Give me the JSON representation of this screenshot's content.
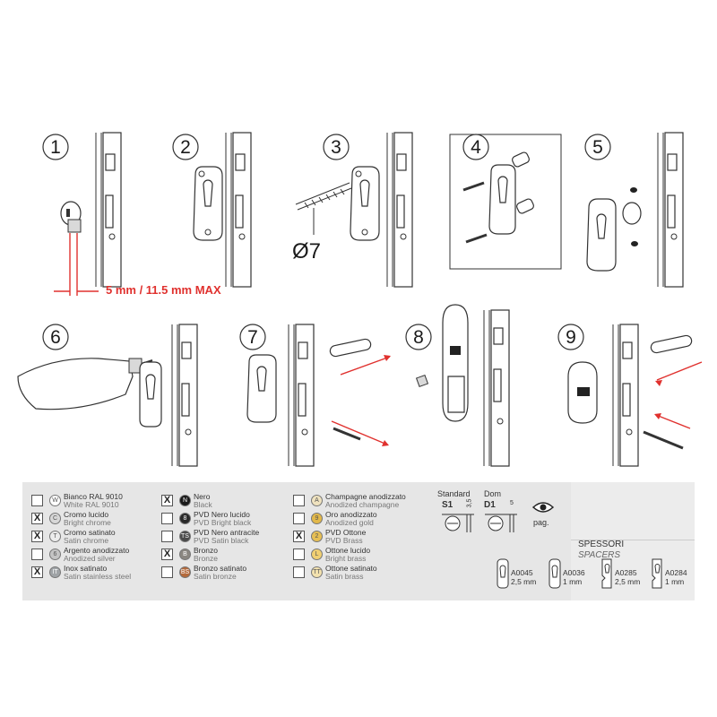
{
  "steps": [
    "1",
    "2",
    "3",
    "4",
    "5",
    "6",
    "7",
    "8",
    "9"
  ],
  "annotations": {
    "tolerance": "5 mm / 11.5 mm MAX",
    "drill_diameter": "Ø7"
  },
  "finishes": [
    {
      "code": "W",
      "it": "Bianco RAL 9010",
      "en": "White RAL 9010",
      "checked": false,
      "color": "#ffffff",
      "text": "#555"
    },
    {
      "code": "C",
      "it": "Cromo lucido",
      "en": "Bright chrome",
      "checked": true,
      "color": "#d8d8d8",
      "text": "#555"
    },
    {
      "code": "T",
      "it": "Cromo satinato",
      "en": "Satin chrome",
      "checked": true,
      "color": "#ececec",
      "text": "#555"
    },
    {
      "code": "6",
      "it": "Argento anodizzato",
      "en": "Anodized silver",
      "checked": false,
      "color": "#c4c4c4",
      "text": "#555"
    },
    {
      "code": "IT",
      "it": "Inox satinato",
      "en": "Satin stainless steel",
      "checked": true,
      "color": "#9fa3a6",
      "text": "#fff"
    },
    {
      "code": "N",
      "it": "Nero",
      "en": "Black",
      "checked": true,
      "color": "#1a1a1a",
      "text": "#fff"
    },
    {
      "code": "8",
      "it": "PVD Nero lucido",
      "en": "PVD Bright black",
      "checked": false,
      "color": "#2a2a2a",
      "text": "#fff"
    },
    {
      "code": "TS",
      "it": "PVD Nero antracite",
      "en": "PVD Satin black",
      "checked": false,
      "color": "#4a4a4a",
      "text": "#fff"
    },
    {
      "code": "B",
      "it": "Bronzo",
      "en": "Bronze",
      "checked": true,
      "color": "#8a8680",
      "text": "#fff"
    },
    {
      "code": "BS",
      "it": "Bronzo satinato",
      "en": "Satin bronze",
      "checked": false,
      "color": "#b46a3c",
      "text": "#fff"
    },
    {
      "code": "A",
      "it": "Champagne anodizzato",
      "en": "Anodized champagne",
      "checked": false,
      "color": "#efe2bf",
      "text": "#555"
    },
    {
      "code": "9",
      "it": "Oro anodizzato",
      "en": "Anodized gold",
      "checked": false,
      "color": "#e2b849",
      "text": "#555"
    },
    {
      "code": "2",
      "it": "PVD Ottone",
      "en": "PVD Brass",
      "checked": true,
      "color": "#e6bf55",
      "text": "#555"
    },
    {
      "code": "L",
      "it": "Ottone lucido",
      "en": "Bright brass",
      "checked": false,
      "color": "#f0cf72",
      "text": "#555"
    },
    {
      "code": "TT",
      "it": "Ottone satinato",
      "en": "Satin brass",
      "checked": false,
      "color": "#f2e1ae",
      "text": "#555"
    }
  ],
  "specs": {
    "standard_label": "Standard",
    "standard_code": "S1",
    "standard_dim": "3,5",
    "dom_label": "Dom",
    "dom_code": "D1",
    "dom_dim": "5",
    "page_label": "pag."
  },
  "spacers": {
    "title": "SPESSORI",
    "subtitle": "SPACERS",
    "items": [
      {
        "code": "A0045",
        "size": "2,5 mm"
      },
      {
        "code": "A0036",
        "size": "1 mm"
      },
      {
        "code": "A0285",
        "size": "2,5 mm"
      },
      {
        "code": "A0284",
        "size": "1 mm"
      }
    ]
  },
  "check_mark": "X"
}
